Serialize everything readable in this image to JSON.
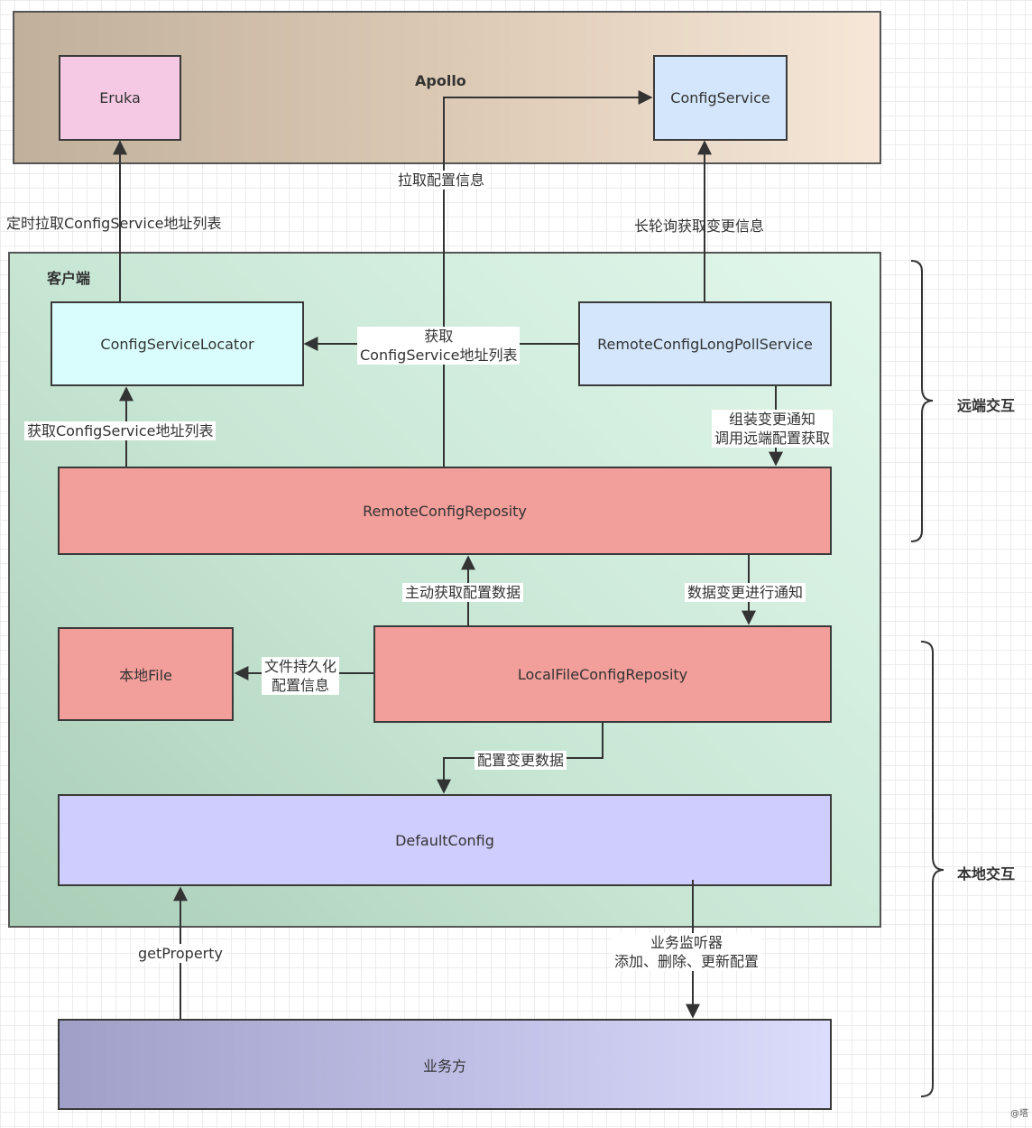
{
  "apollo": {
    "title": "Apollo",
    "eruka": "Eruka",
    "config_service": "ConfigService"
  },
  "client": {
    "title": "客户端",
    "config_service_locator": "ConfigServiceLocator",
    "remote_long_poll_service": "RemoteConfigLongPollService",
    "remote_config_repository": "RemoteConfigReposity",
    "local_file": "本地File",
    "local_file_config_repository": "LocalFileConfigReposity",
    "default_config": "DefaultConfig"
  },
  "business": "业务方",
  "labels": {
    "timed_pull_list": "定时拉取ConfigService地址列表",
    "pull_config_info": "拉取配置信息",
    "long_poll_change": "长轮询获取变更信息",
    "get_list_line1": "获取",
    "get_list_line2": "ConfigService地址列表",
    "get_config_service_list": "获取ConfigService地址列表",
    "assemble_line1": "组装变更通知",
    "assemble_line2": "调用远端配置获取",
    "active_fetch": "主动获取配置数据",
    "data_change_notify": "数据变更进行通知",
    "persist_line1": "文件持久化",
    "persist_line2": "配置信息",
    "config_change_data": "配置变更数据",
    "get_property": "getProperty",
    "listener_line1": "业务监听器",
    "listener_line2": "添加、删除、更新配置"
  },
  "braces": {
    "remote": "远端交互",
    "local": "本地交互"
  },
  "watermark": "@塔"
}
